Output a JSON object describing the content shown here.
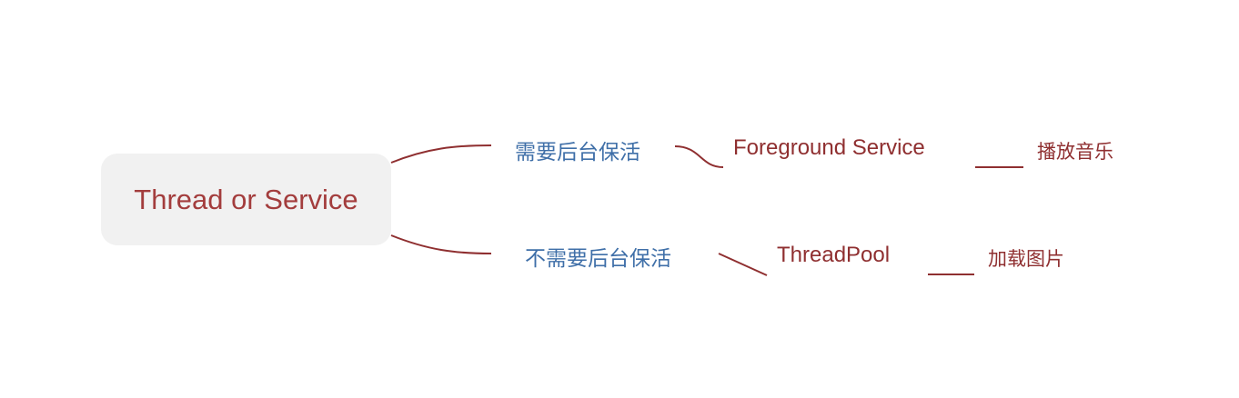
{
  "root": {
    "label": "Thread or Service"
  },
  "branches": [
    {
      "label": "需要后台保活",
      "child": "Foreground Service",
      "leaf": "播放音乐"
    },
    {
      "label": "不需要后台保活",
      "child": "ThreadPool",
      "leaf": "加载图片"
    }
  ],
  "colors": {
    "line": "#8f2f30",
    "blue": "#3f6fa8",
    "root_text": "#a33d3d"
  }
}
